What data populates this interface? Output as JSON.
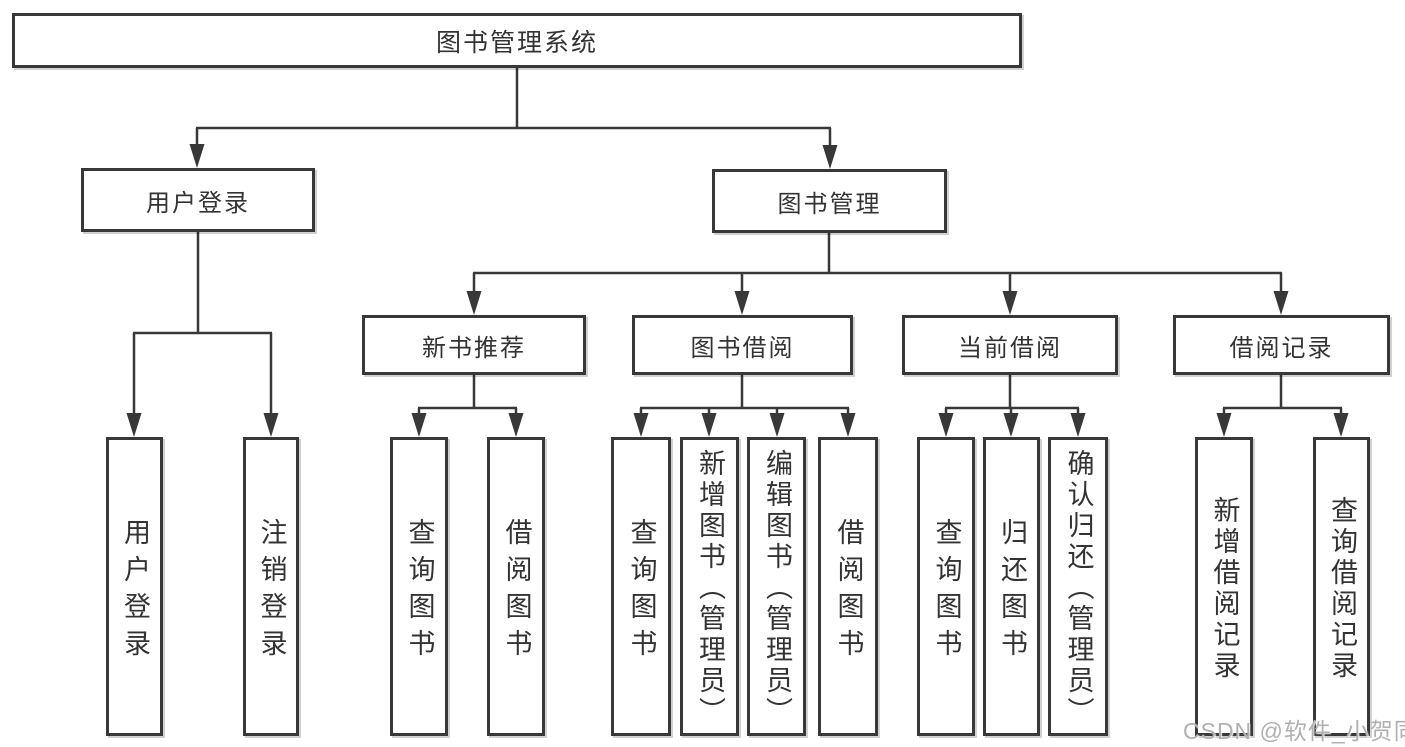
{
  "tree": {
    "label": "图书管理系统",
    "children": [
      {
        "label": "用户登录",
        "children": [
          {
            "label": "用户登录"
          },
          {
            "label": "注销登录"
          }
        ]
      },
      {
        "label": "图书管理",
        "children": [
          {
            "label": "新书推荐",
            "children": [
              {
                "label": "查询图书"
              },
              {
                "label": "借阅图书"
              }
            ]
          },
          {
            "label": "图书借阅",
            "children": [
              {
                "label": "查询图书"
              },
              {
                "label": "新增图书（管理员）"
              },
              {
                "label": "编辑图书（管理员）"
              },
              {
                "label": "借阅图书"
              }
            ]
          },
          {
            "label": "当前借阅",
            "children": [
              {
                "label": "查询图书"
              },
              {
                "label": "归还图书"
              },
              {
                "label": "确认归还（管理员）"
              }
            ]
          },
          {
            "label": "借阅记录",
            "children": [
              {
                "label": "新增借阅记录"
              },
              {
                "label": "查询借阅记录"
              }
            ]
          }
        ]
      }
    ]
  },
  "watermark": "CSDN @软件_小贺同学",
  "colors": {
    "line": "#383838",
    "text": "#333333",
    "background": "#ffffff",
    "watermark": "#b0b0b0"
  }
}
